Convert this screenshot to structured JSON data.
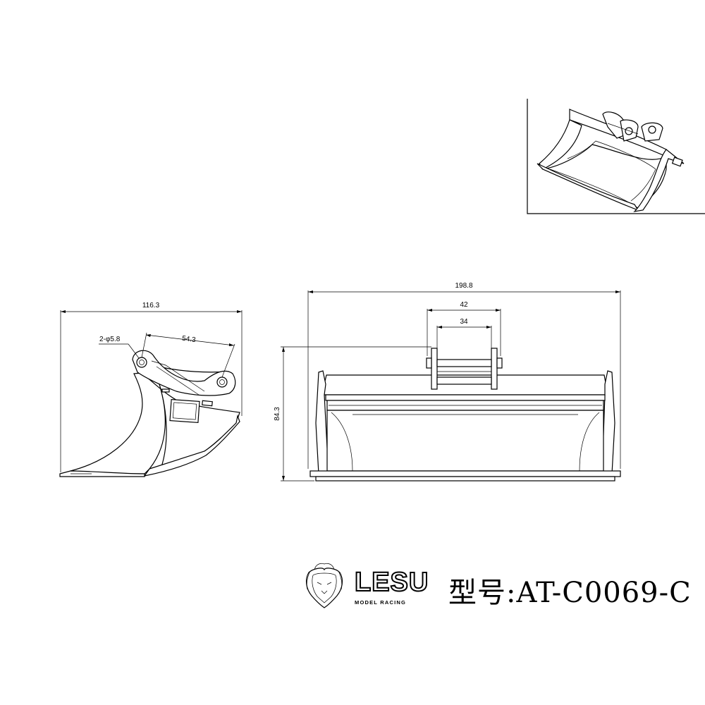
{
  "dimensions": {
    "side_width": "116.3",
    "pin_spacing": "54.3",
    "pin_holes": "2-φ5.8",
    "front_width": "198.8",
    "mount_outer": "42",
    "mount_inner": "34",
    "height": "84.3"
  },
  "brand": {
    "name": "LESU",
    "tagline": "MODEL RACING"
  },
  "model_label": "型号:AT-C0069-C"
}
